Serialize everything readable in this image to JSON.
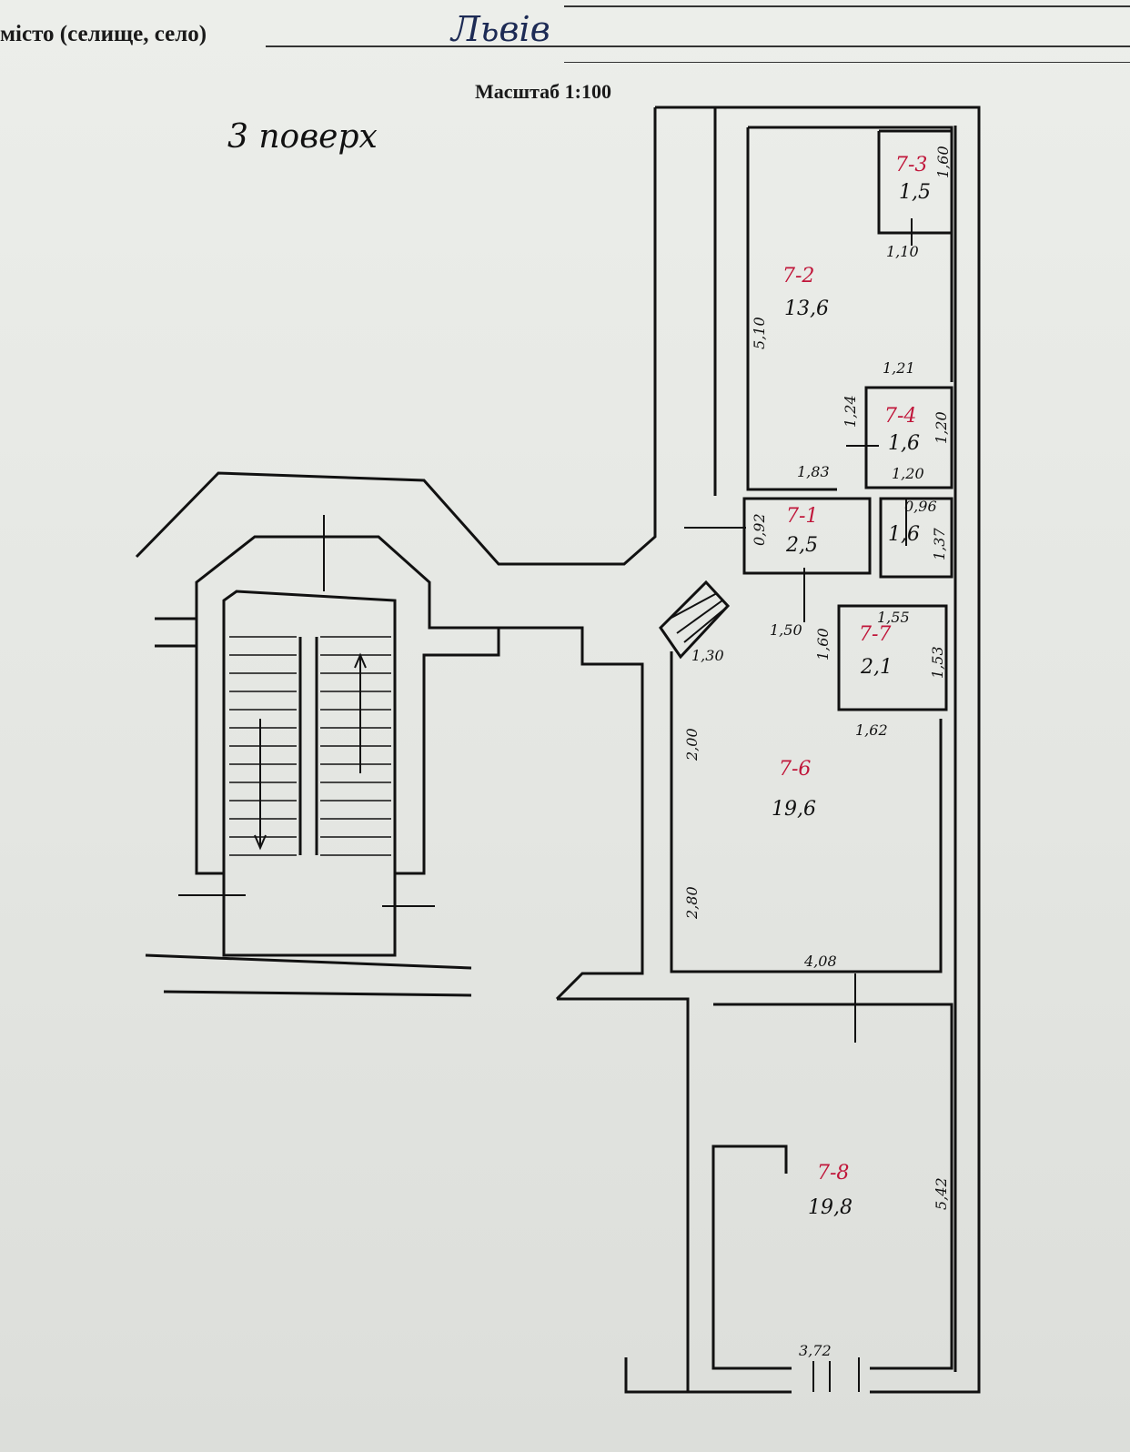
{
  "header": {
    "field_label": "місто (селище, село)",
    "field_value": "Львів",
    "scale": "Масштаб 1:100",
    "floor": "3 поверх"
  },
  "rooms": [
    {
      "id": "r3",
      "no": "7-3",
      "area": "1,5"
    },
    {
      "id": "r2",
      "no": "7-2",
      "area": "13,6"
    },
    {
      "id": "r4",
      "no": "7-4",
      "area": "1,6"
    },
    {
      "id": "r1",
      "no": "7-1",
      "area": "2,5"
    },
    {
      "id": "r5",
      "no": "",
      "area": "1,6"
    },
    {
      "id": "r7",
      "no": "7-7",
      "area": "2,1"
    },
    {
      "id": "r6",
      "no": "7-6",
      "area": "19,6"
    },
    {
      "id": "r8",
      "no": "7-8",
      "area": "19,8"
    }
  ],
  "dimensions": [
    "1,60",
    "1,10",
    "5,10",
    "1,21",
    "1,24",
    "1,20",
    "1,83",
    "1,20",
    "0,96",
    "1,37",
    "0,92",
    "1,55",
    "1,50",
    "1,60",
    "1,53",
    "1,30",
    "1,62",
    "2,00",
    "2,80",
    "4,08",
    "5,42",
    "3,72"
  ],
  "colors": {
    "ink": "#111111",
    "room_number": "#c0163a",
    "signature": "#1d2b55"
  }
}
